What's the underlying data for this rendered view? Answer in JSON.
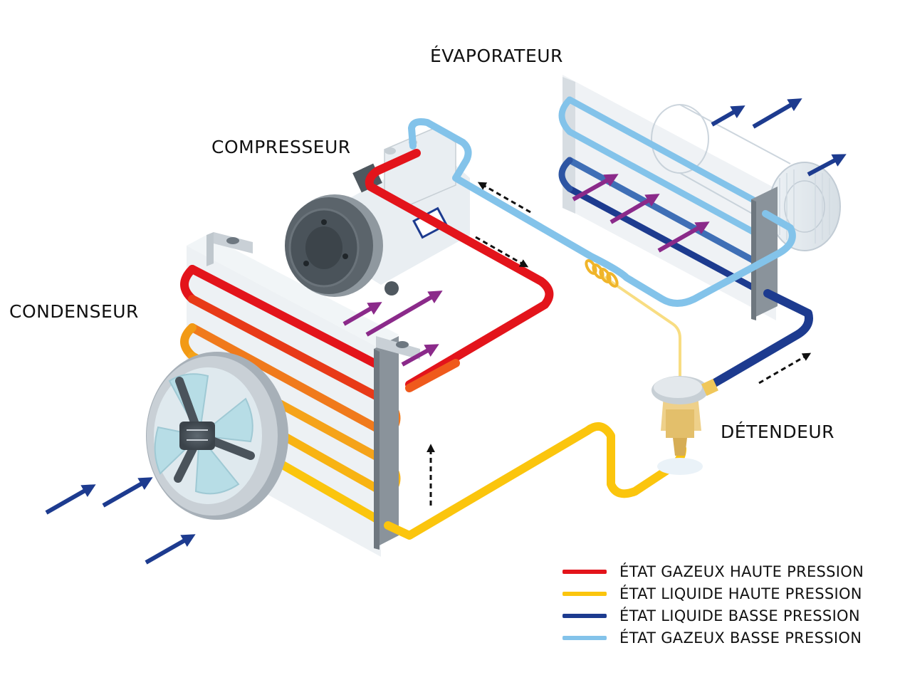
{
  "labels": {
    "evaporator": "ÉVAPORATEUR",
    "compressor": "COMPRESSEUR",
    "condenser": "CONDENSEUR",
    "expansion_valve": "DÉTENDEUR"
  },
  "legend": [
    {
      "label": "ÉTAT GAZEUX HAUTE PRESSION",
      "color": "#e3141b"
    },
    {
      "label": "ÉTAT LIQUIDE HAUTE PRESSION",
      "color": "#fbc50d"
    },
    {
      "label": "ÉTAT LIQUIDE BASSE PRESSION",
      "color": "#1d3b8f"
    },
    {
      "label": "ÉTAT GAZEUX BASSE PRESSION",
      "color": "#83c3ea"
    }
  ],
  "colors": {
    "high_pressure_gas": "#e3141b",
    "transition": "#f07a1c",
    "high_pressure_liquid": "#fbc50d",
    "low_pressure_liquid": "#1d3b8f",
    "low_pressure_gas": "#83c3ea",
    "air_inlet_arrow": "#1d3b8f",
    "heat_arrow": "#8b2a8a",
    "sensor_line": "#f8dd82"
  }
}
